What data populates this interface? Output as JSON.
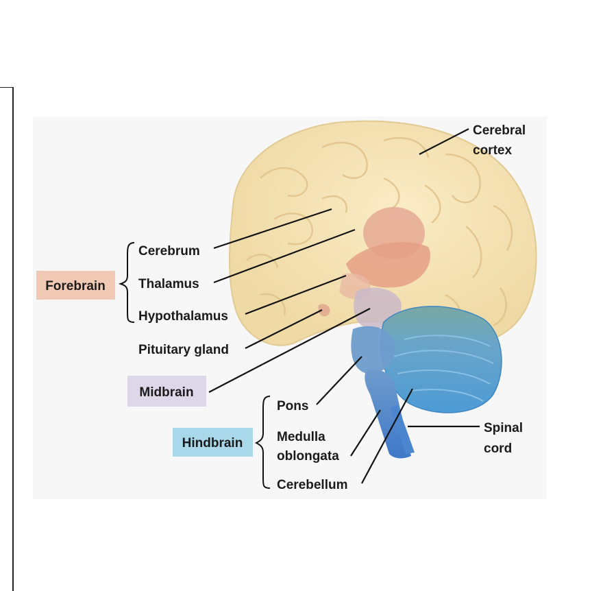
{
  "groups": {
    "forebrain": {
      "label": "Forebrain",
      "color": "#f2c9b4"
    },
    "midbrain": {
      "label": "Midbrain",
      "color": "#dcd8ea"
    },
    "hindbrain": {
      "label": "Hindbrain",
      "color": "#a9d8ea"
    }
  },
  "structures": {
    "cerebrum": "Cerebrum",
    "thalamus": "Thalamus",
    "hypothalamus": "Hypothalamus",
    "pituitary": "Pituitary gland",
    "pons": "Pons",
    "medulla_line1": "Medulla",
    "medulla_line2": "oblongata",
    "cerebellum": "Cerebellum",
    "cortex_line1": "Cerebral",
    "cortex_line2": "cortex",
    "spinal_line1": "Spinal",
    "spinal_line2": "cord"
  },
  "colors": {
    "cerebrum": "#f5e4b6",
    "thalamus": "#e8b39a",
    "brainstem": "#5b8fd1",
    "cerebellum": "#5aa3d6"
  }
}
